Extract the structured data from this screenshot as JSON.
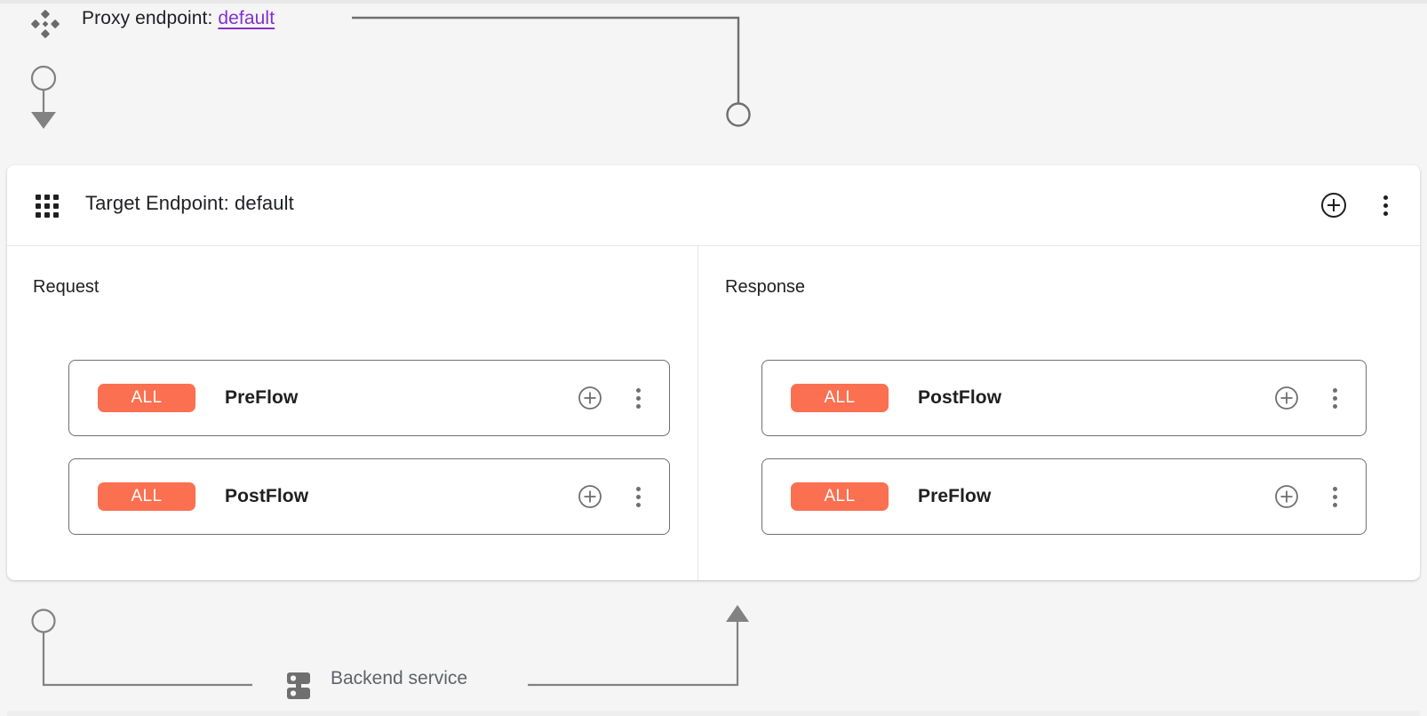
{
  "proxy": {
    "icon": "proxy-diamond-icon",
    "label_prefix": "Proxy endpoint:",
    "endpoint_name": "default",
    "link_color": "#8430ce"
  },
  "target_endpoint": {
    "icon": "apps-grid-icon",
    "title": "Target Endpoint: default",
    "add_label": "+",
    "menu_label": "⋮"
  },
  "columns": [
    {
      "key": "request",
      "label": "Request",
      "direction": "down",
      "flows": [
        {
          "badge": "ALL",
          "name": "PreFlow"
        },
        {
          "badge": "ALL",
          "name": "PostFlow"
        }
      ]
    },
    {
      "key": "response",
      "label": "Response",
      "direction": "up",
      "flows": [
        {
          "badge": "ALL",
          "name": "PostFlow"
        },
        {
          "badge": "ALL",
          "name": "PreFlow"
        }
      ]
    }
  ],
  "backend": {
    "icon": "server-icon",
    "label": "Backend service"
  },
  "colors": {
    "badge_orange": "#fb7050",
    "link_purple": "#8430ce",
    "wire_grey": "#6f6f6f",
    "page_background": "#f5f5f5",
    "card_background": "#ffffff",
    "text_primary": "#202124",
    "text_secondary": "#5f6368"
  }
}
